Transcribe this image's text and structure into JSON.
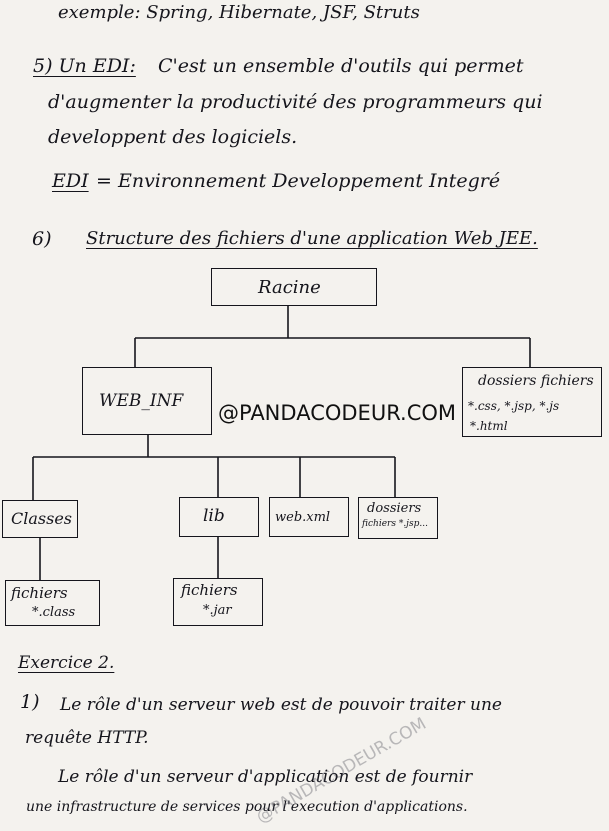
{
  "lines": {
    "example": "exemple: Spring, Hibernate, JSF, Struts",
    "s5_heading": "5) Un EDI:",
    "s5_line1": "C'est un ensemble d'outils qui permet",
    "s5_line2": "d'augmenter la productivité des programmeurs qui",
    "s5_line3": "developpent des logiciels.",
    "edi_abbr": "EDI",
    "edi_def": "= Environnement Developpement Integré",
    "s6_heading": "6)",
    "s6_title": "Structure des fichiers d'une application Web JEE.",
    "exercice": "Exercice 2.",
    "e1_num": "1)",
    "e1_line1": "Le rôle d'un serveur web est de pouvoir traiter une",
    "e1_line2": "requête HTTP.",
    "e2_line1": "Le rôle d'un serveur d'application est de fournir",
    "e2_line2": "une infrastructure de services pour l'execution d'applications."
  },
  "diagram": {
    "root": "Racine",
    "web_inf": "WEB_INF",
    "dossiers_top_line1": "dossiers fichiers",
    "dossiers_top_line2": "*.css, *.jsp, *.js",
    "dossiers_top_line3": "*.html",
    "classes": "Classes",
    "lib": "lib",
    "web_xml": "web.xml",
    "dossiers_sub_line1": "dossiers",
    "dossiers_sub_line2": "fichiers *.jsp...",
    "fichiers_class_line1": "fichiers",
    "fichiers_class_line2": "*.class",
    "fichiers_jar_line1": "fichiers",
    "fichiers_jar_line2": "*.jar"
  },
  "watermark": {
    "center": "@PANDACODEUR.COM",
    "diagonal": "@PANDACODEUR.COM"
  }
}
